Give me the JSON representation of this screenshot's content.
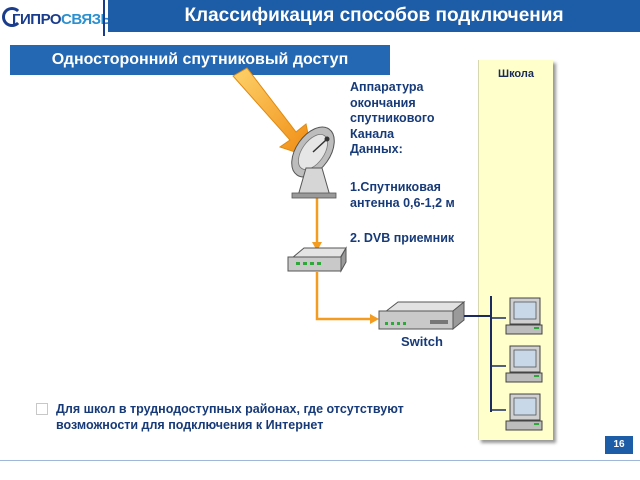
{
  "header": {
    "logo_part1": "ГИПРО",
    "logo_part2": "СВЯЗЬ",
    "title": "Классификация способов подключения"
  },
  "subtitle": "Односторонний спутниковый доступ",
  "school": {
    "label": "Школа"
  },
  "hardware": {
    "heading": "Аппаратура\nокончания\nспутникового\nКанала\nДанных:",
    "item1": "1.Спутниковая\nантенна 0,6-1,2 м",
    "item2": "2. DVB приемник"
  },
  "switch_label": "Switch",
  "bottom_note": "Для школ в труднодоступных районах, где отсутствуют возможности для подключения к Интернет",
  "page_number": "16",
  "colors": {
    "header_blue": "#1d5da8",
    "arrow_orange": "#f7a21b",
    "link_orange": "#f39c20",
    "text_navy": "#173a78",
    "school_bg": "#ffffcc"
  },
  "icons": [
    "satellite-dish-icon",
    "dvb-receiver-icon",
    "switch-icon",
    "computer-icon"
  ]
}
